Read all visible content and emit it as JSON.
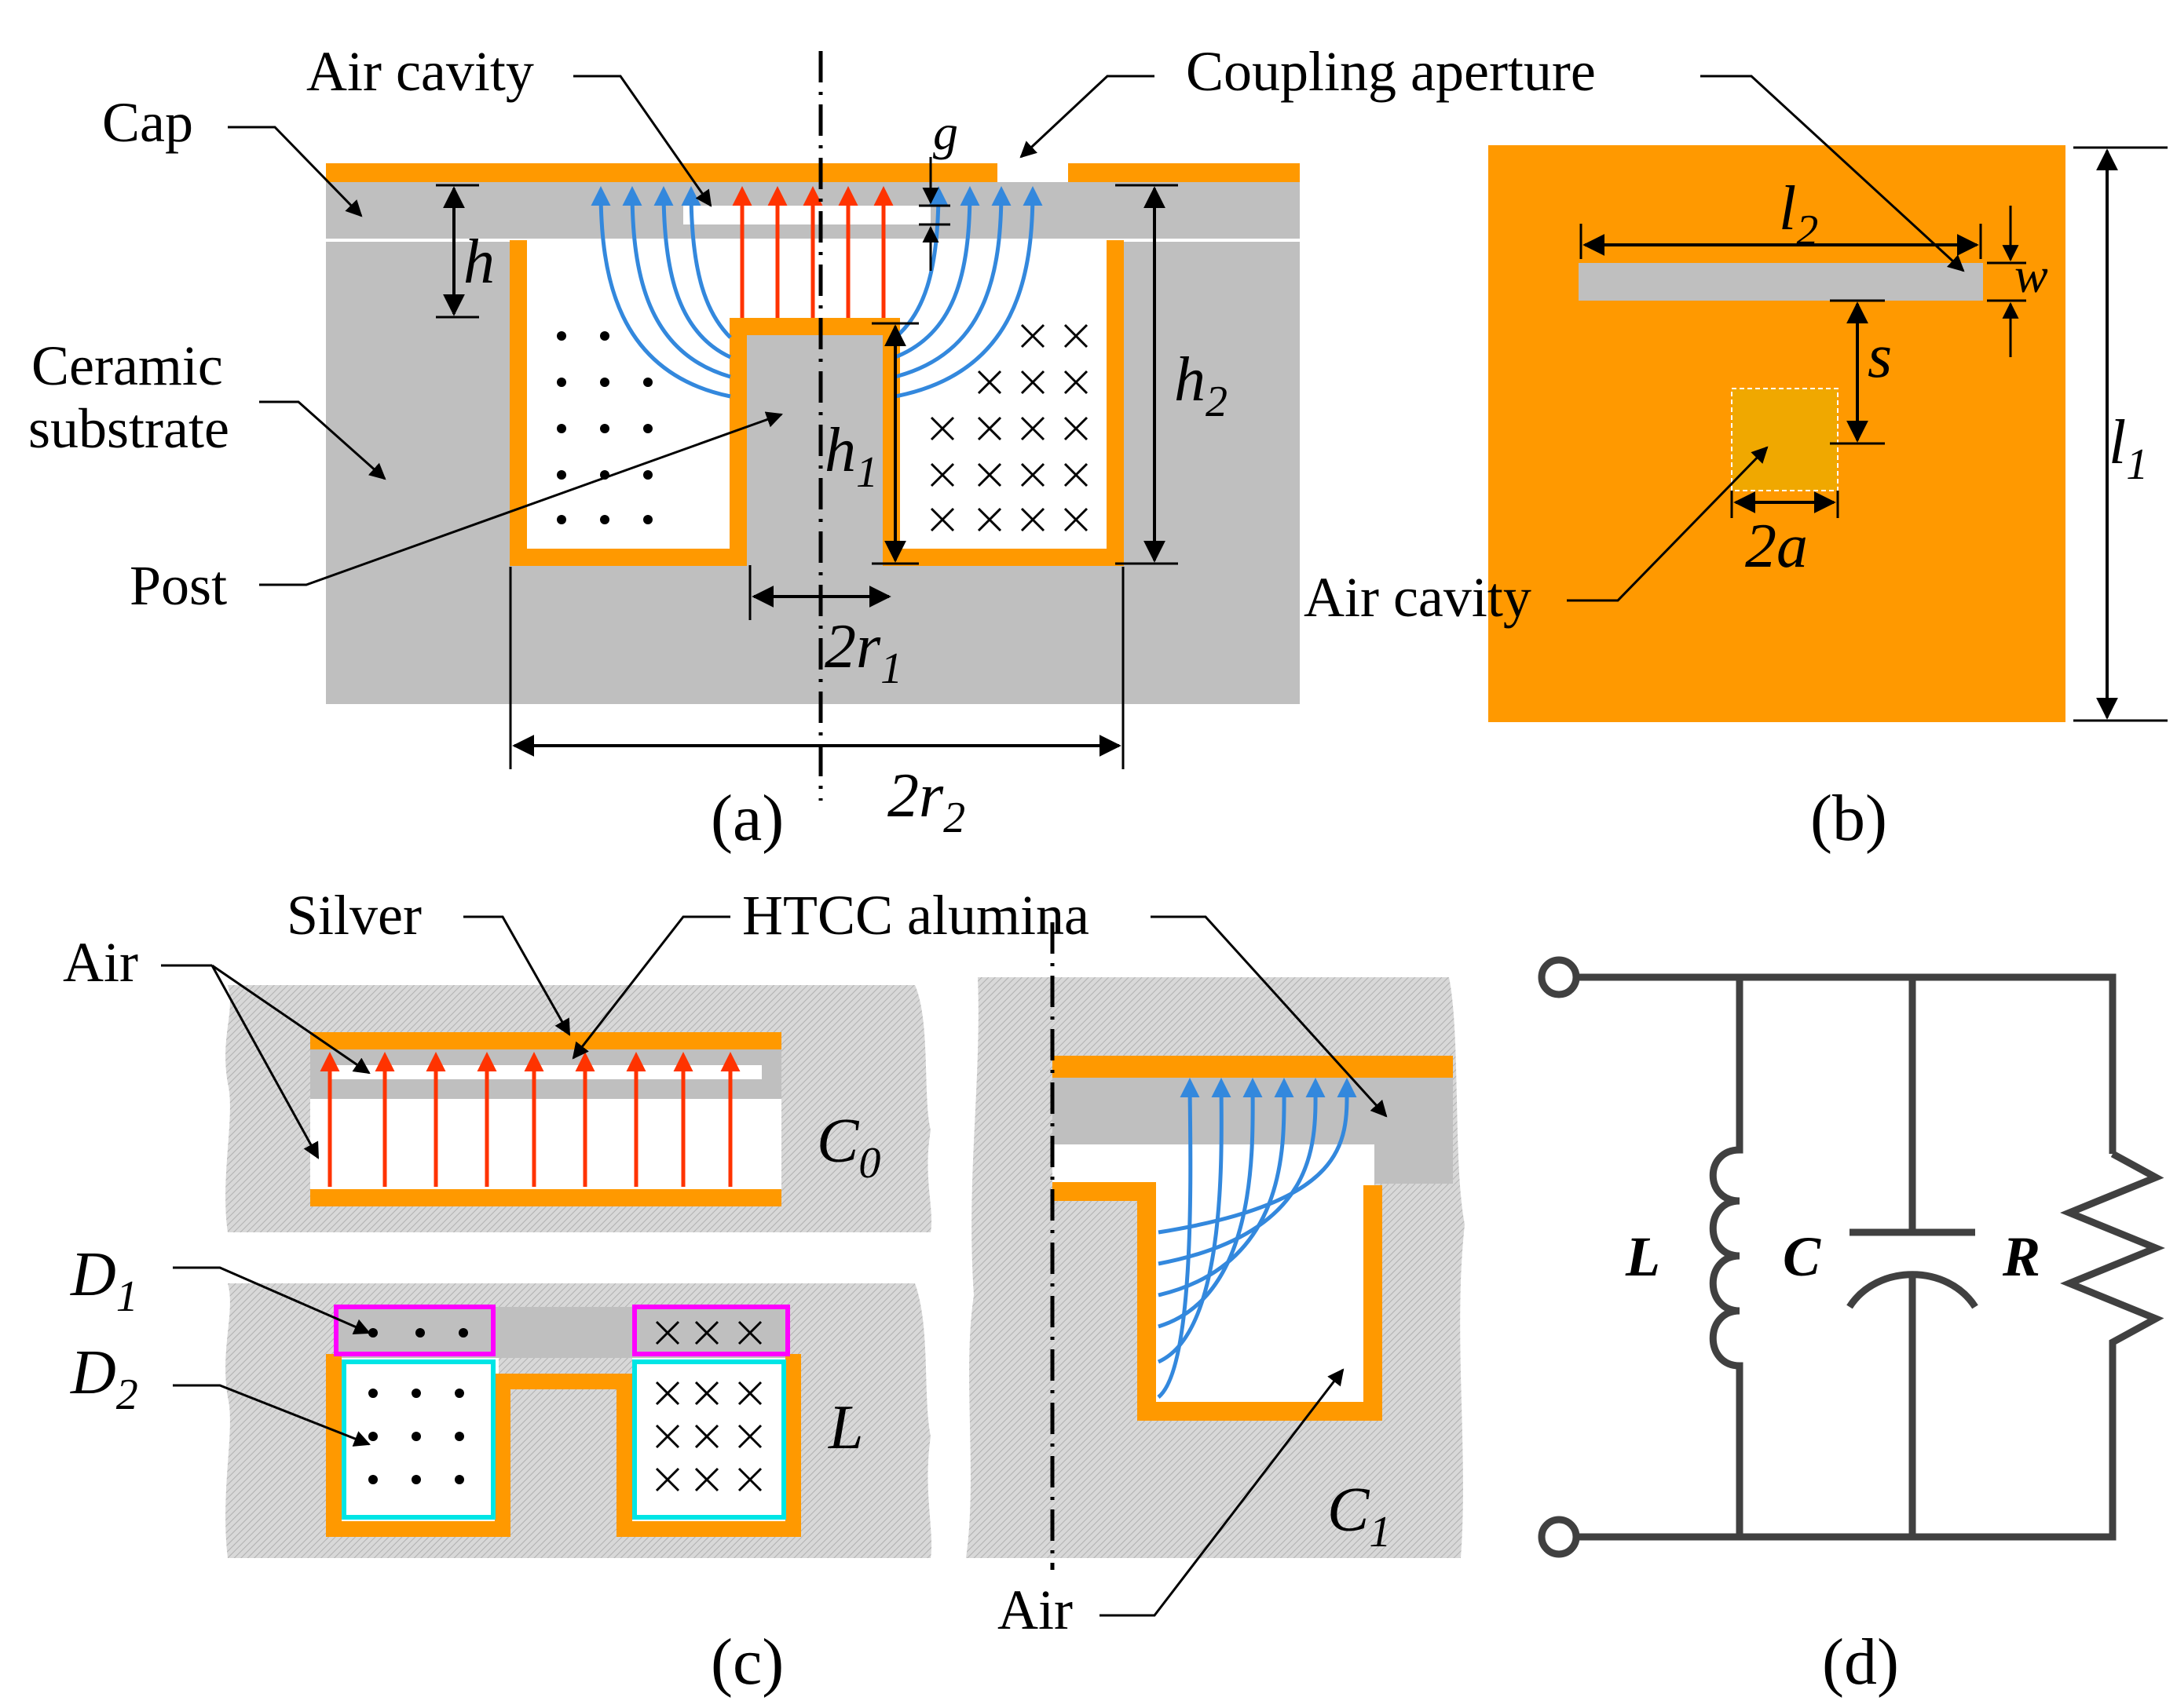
{
  "colors": {
    "silver": "#FF9900",
    "ceramic": "#BFBFBF",
    "red_field": "#FF3300",
    "blue_field": "#3388DD",
    "magenta": "#FF00FF",
    "cyan": "#00E5E5",
    "circuit": "#404040"
  },
  "panel_a": {
    "caption": "(a)",
    "labels": {
      "cap": "Cap",
      "air_cavity": "Air cavity",
      "coupling_aperture": "Coupling aperture",
      "ceramic_substrate_line1": "Ceramic",
      "ceramic_substrate_line2": "substrate",
      "post": "Post"
    },
    "dims": {
      "g": "g",
      "h": "h",
      "h1_base": "h",
      "h1_sub": "1",
      "h2_base": "h",
      "h2_sub": "2",
      "two_r1_base": "2r",
      "two_r1_sub": "1",
      "two_r2_base": "2r",
      "two_r2_sub": "2"
    }
  },
  "panel_b": {
    "caption": "(b)",
    "labels": {
      "air_cavity": "Air cavity"
    },
    "dims": {
      "l2_base": "l",
      "l2_sub": "2",
      "w": "w",
      "s": "s",
      "two_a": "2a",
      "l1_base": "l",
      "l1_sub": "1"
    }
  },
  "panel_c": {
    "caption": "(c)",
    "labels": {
      "silver": "Silver",
      "htcc": "HTCC alumina",
      "air_top": "Air",
      "air_bottom": "Air",
      "d1_base": "D",
      "d1_sub": "1",
      "d2_base": "D",
      "d2_sub": "2",
      "c0_base": "C",
      "c0_sub": "0",
      "l": "L",
      "c1_base": "C",
      "c1_sub": "1"
    }
  },
  "panel_d": {
    "caption": "(d)",
    "labels": {
      "l": "L",
      "c": "C",
      "r": "R"
    }
  }
}
